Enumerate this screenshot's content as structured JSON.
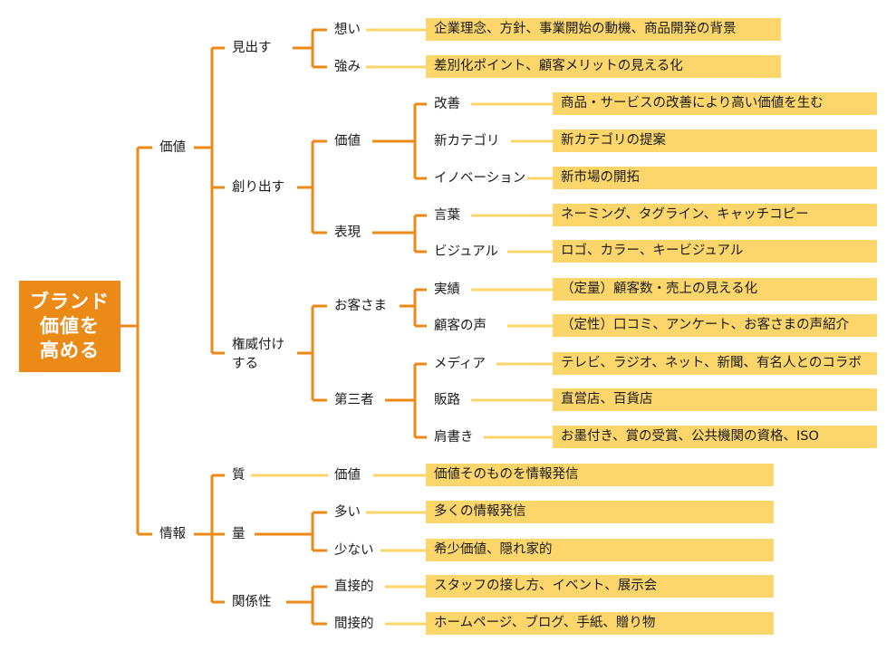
{
  "colors": {
    "line_main": "#ec8a17",
    "line_light": "#fcd66b",
    "root_bg": "#ec8a17",
    "leaf_bg": "#fcd66b"
  },
  "root": {
    "line1": "ブランド",
    "line2": "価値を",
    "line3": "高める"
  },
  "l1": {
    "value": "価値",
    "info": "情報"
  },
  "l2": {
    "miidasu": "見出す",
    "tsukuridasu": "創り出す",
    "keni_1": "権威付け",
    "keni_2": "する",
    "shitsu": "質",
    "ryou": "量",
    "kankei": "関係性"
  },
  "l3": {
    "omoi": "想い",
    "tsuyomi": "強み",
    "kachi": "価値",
    "hyougen": "表現",
    "okyaku": "お客さま",
    "daisansha": "第三者",
    "kachi2": "価値",
    "ooi": "多い",
    "sukunai": "少ない",
    "chokusetsu": "直接的",
    "kansetsu": "間接的"
  },
  "l4": {
    "kaizen": "改善",
    "shin_category": "新カテゴリ",
    "innovation": "イノベーション",
    "kotoba": "言葉",
    "visual": "ビジュアル",
    "jisseki": "実績",
    "koe": "顧客の声",
    "media": "メディア",
    "hanro": "販路",
    "katagaki": "肩書き"
  },
  "leaves": {
    "omoi": "企業理念、方針、事業開始の動機、商品開発の背景",
    "tsuyomi": "差別化ポイント、顧客メリットの見える化",
    "kaizen": "商品・サービスの改善により高い価値を生む",
    "shin_category": "新カテゴリの提案",
    "innovation": "新市場の開拓",
    "kotoba": "ネーミング、タグライン、キャッチコピー",
    "visual": "ロゴ、カラー、キービジュアル",
    "jisseki": "（定量）顧客数・売上の見える化",
    "koe": "（定性）口コミ、アンケート、お客さまの声紹介",
    "media": "テレビ、ラジオ、ネット、新聞、有名人とのコラボ",
    "hanro": "直営店、百貨店",
    "katagaki": "お墨付き、賞の受賞、公共機関の資格、ISO",
    "kachi2": "価値そのものを情報発信",
    "ooi": "多くの情報発信",
    "sukunai": "希少価値、隠れ家的",
    "chokusetsu": "スタッフの接し方、イベント、展示会",
    "kansetsu": "ホームページ、ブログ、手紙、贈り物"
  }
}
